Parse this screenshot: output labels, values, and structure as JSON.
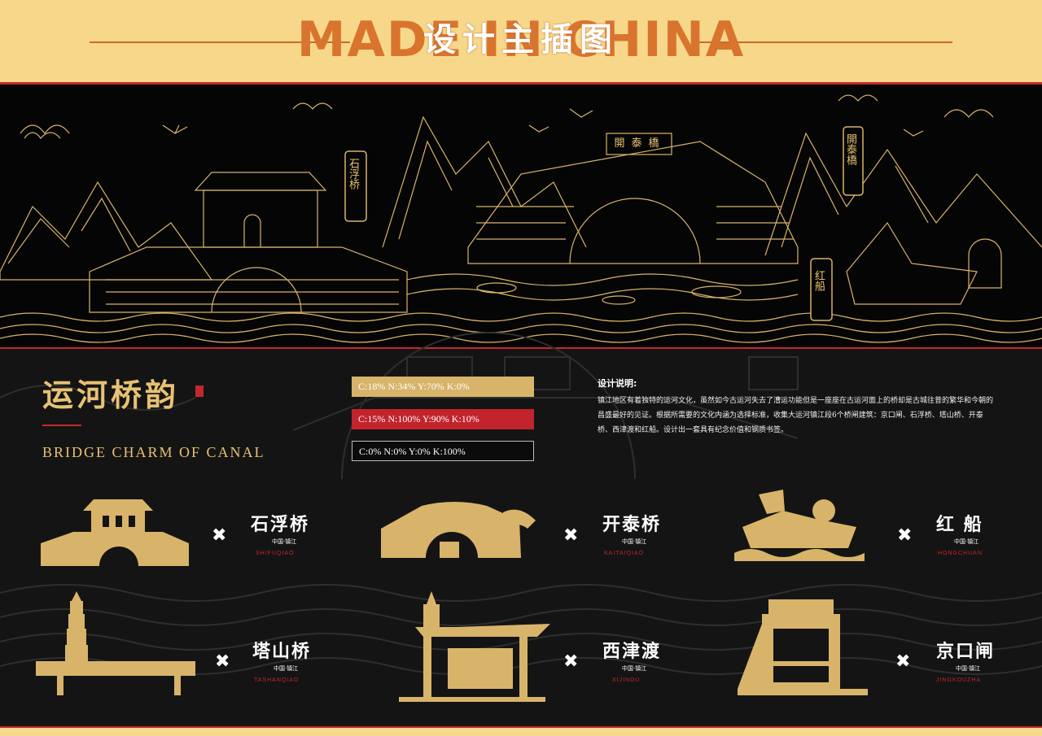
{
  "header": {
    "background_word": "MADE IN CHINA",
    "title": "设计主插图"
  },
  "illustration": {
    "plaques": [
      "石浮桥",
      "開泰橋",
      "開泰橋",
      "红船"
    ]
  },
  "brand": {
    "title": "运河桥韵",
    "subtitle": "BRIDGE CHARM OF CANAL"
  },
  "palette": [
    {
      "label": "C:18%  N:34%  Y:70%  K:0%",
      "color": "#d8b46a",
      "text_color": "#ffffff"
    },
    {
      "label": "C:15%  N:100%  Y:90%  K:10%",
      "color": "#c3232c",
      "text_color": "#ffffff"
    },
    {
      "label": "C:0%  N:0%  Y:0%  K:100%",
      "color": "#0b0b0b",
      "text_color": "#ffffff"
    }
  ],
  "description": {
    "title": "设计说明:",
    "body": "镇江地区有着独特的运河文化，虽然如今古运河失去了漕运功能但是一座座在古运河面上的桥却是古城往昔的繁华和今朝的昌盛最好的见证。根据所需要的文化内涵为选择标准，收集大运河镇江段6个桥闸建筑：京口闸、石浮桥、塔山桥、开泰桥、西津渡和红船。设计出一套具有纪念价值和钢质书签。"
  },
  "items": [
    {
      "name": "石浮桥",
      "sub": "中国·镇江",
      "pinyin": "SHIFUQIAO",
      "icon": "shifu-bridge-icon"
    },
    {
      "name": "开泰桥",
      "sub": "中国·镇江",
      "pinyin": "KAITAIQIAO",
      "icon": "kaitai-bridge-icon"
    },
    {
      "name": "红  船",
      "sub": "中国·镇江",
      "pinyin": "HONGCHUAN",
      "icon": "red-boat-icon"
    },
    {
      "name": "塔山桥",
      "sub": "中国·镇江",
      "pinyin": "TASHANQIAO",
      "icon": "tashan-bridge-icon"
    },
    {
      "name": "西津渡",
      "sub": "中国·镇江",
      "pinyin": "XIJINDU",
      "icon": "xijin-ferry-icon"
    },
    {
      "name": "京口闸",
      "sub": "中国·镇江",
      "pinyin": "JINGKOUZHA",
      "icon": "jingkou-sluice-icon"
    }
  ],
  "separator_glyph": "✖",
  "colors": {
    "gold": "#e7c273",
    "red": "#c3282c",
    "cream": "#f7d88a",
    "black": "#0b0b0b"
  }
}
